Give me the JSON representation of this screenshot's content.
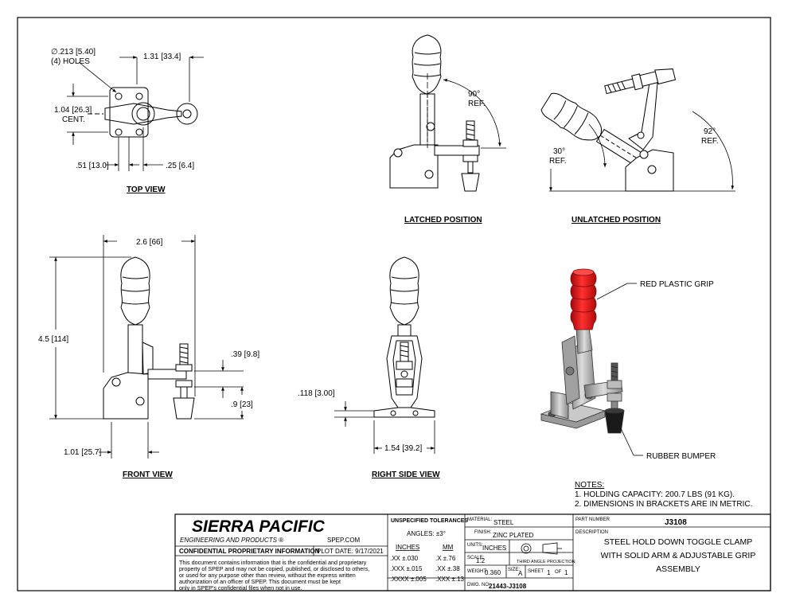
{
  "views": {
    "top_view": "TOP VIEW",
    "latched": "LATCHED POSITION",
    "unlatched": "UNLATCHED POSITION",
    "front_view": "FRONT VIEW",
    "right_side_view": "RIGHT SIDE VIEW"
  },
  "dims": {
    "holes_1": "∅.213",
    "holes_1b": "5.40",
    "holes_2": "(4) HOLES",
    "top_width": "1.31",
    "top_width_mm": "33.4",
    "cent_1": "1.04",
    "cent_1_mm": "26.3",
    "cent_2": "CENT.",
    "d51": ".51",
    "d51_mm": "13.0",
    "d25": ".25",
    "d25_mm": "6.4",
    "latched_angle": "90°",
    "latched_ref": "REF.",
    "unl_angle1": "30°",
    "unl_ref1": "REF.",
    "unl_angle2": "92°",
    "unl_ref2": "REF.",
    "front_width": "2.6",
    "front_width_mm": "66",
    "front_height": "4.5",
    "front_height_mm": "114",
    "d39": ".39",
    "d39_mm": "9.8",
    "d9": ".9",
    "d9_mm": "23",
    "d101": "1.01",
    "d101_mm": "25.7",
    "d118": ".118",
    "d118_mm": "3.00",
    "d154": "1.54",
    "d154_mm": "39.2"
  },
  "callouts": {
    "grip": "RED PLASTIC GRIP",
    "bumper": "RUBBER BUMPER"
  },
  "notes": {
    "heading": "NOTES:",
    "items": [
      "1.   HOLDING CAPACITY: 200.7 LBS (91 KG).",
      "2.   DIMENSIONS IN BRACKETS ARE IN METRIC."
    ]
  },
  "title_block": {
    "company": "SIERRA PACIFIC",
    "subtitle": "ENGINEERING AND PRODUCTS",
    "registered": "®",
    "website": "SPEP.COM",
    "confidential": "CONFIDENTIAL PROPRIETARY INFORMATION",
    "plot_date": "PLOT DATE:  9/17/2021",
    "disclaimer": [
      "This document contains information that is the confidential and proprietary",
      "property of SPEP and may not be copied, published, or disclosed to others,",
      "or used for any purpose  other than review, without the express written",
      "authorization of an officer of SPEP. This document must be kept",
      "only in SPEP's confidential files when not in use."
    ],
    "tolerances_title": "UNSPECIFIED TOLERANCES",
    "angles": "ANGLES: ±3°",
    "inches": "INCHES",
    "mm": "MM",
    "tol_in": [
      {
        "k": ".XX",
        "v": "±.030"
      },
      {
        "k": ".XXX",
        "v": "±.015"
      },
      {
        "k": ".XXXX",
        "v": "±.005"
      }
    ],
    "tol_mm": [
      {
        "k": ".X",
        "v": "±.76"
      },
      {
        "k": ".XX",
        "v": "±.38"
      },
      {
        "k": ".XXX",
        "v": "±.13"
      }
    ],
    "material_label": "MATERIAL:",
    "material": "STEEL",
    "finish_label": "FINISH:",
    "finish": "ZINC PLATED",
    "units_label": "UNITS:",
    "units": "INCHES",
    "scale_label": "SCALE:",
    "scale": "1:2",
    "projection": "THIRD ANGLE PROJECTION",
    "weight_label": "WEIGHT:",
    "weight": "0.360",
    "size_label": "SIZE:",
    "size": "A",
    "sheet_label": "SHEET",
    "sheet": "1",
    "of_label": "OF",
    "of": "1",
    "dwg_label": "DWG. NO:",
    "dwg": "21443-J3108",
    "part_label": "PART NUMBER",
    "part": "J3108",
    "desc_label": "DESCRIPTION",
    "desc": [
      "STEEL HOLD DOWN TOGGLE CLAMP",
      "WITH SOLID ARM & ADJUSTABLE GRIP",
      "ASSEMBLY"
    ]
  },
  "colors": {
    "line": "#000000",
    "grip_red": "#e01414",
    "grip_dark": "#9a0a0a",
    "steel": "#b8b8b8",
    "steel_dark": "#6e6e6e",
    "rubber": "#1a1a1a"
  }
}
